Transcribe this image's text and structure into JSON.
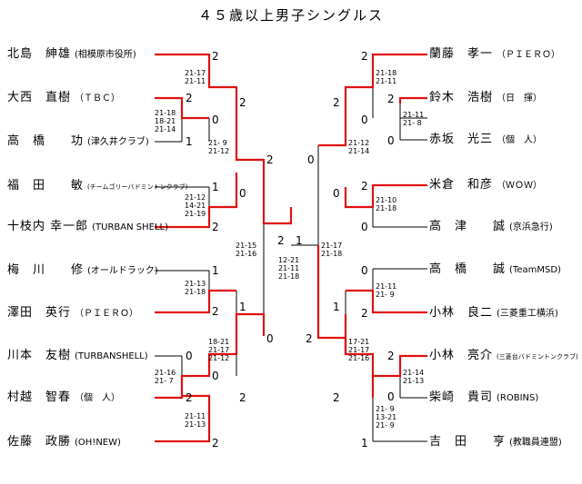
{
  "title": "４５歳以上男子シングルス",
  "left_players": [
    {
      "name": "北島　紳雄",
      "team": "(相模原市役所)"
    },
    {
      "name": "大西　直樹",
      "team": "（ＴＢＣ）"
    },
    {
      "name": "高　橋　　功",
      "team": "(津久井クラブ)"
    },
    {
      "name": "福　田　　敏",
      "team": "(チームゴリーバドミントンクラブ)"
    },
    {
      "name": "十枝内 幸一郎",
      "team": "(TURBAN SHELL)"
    },
    {
      "name": "梅　川　　修",
      "team": "(オールドラック)"
    },
    {
      "name": "澤田　英行",
      "team": "（ＰＩＥＲＯ）"
    },
    {
      "name": "川本　友樹",
      "team": "(TURBANSHELL)"
    },
    {
      "name": "村越　智春",
      "team": "（個　人）"
    },
    {
      "name": "佐藤　政勝",
      "team": "(OH!NEW)"
    }
  ],
  "right_players": [
    {
      "name": "蘭藤　孝一",
      "team": "（ＰＩＥＲＯ）"
    },
    {
      "name": "鈴木　浩樹",
      "team": "（日　揮）"
    },
    {
      "name": "赤坂　光三",
      "team": "（個　人）"
    },
    {
      "name": "米倉　和彦",
      "team": "（ＷＯＷ）"
    },
    {
      "name": "高　津　　誠",
      "team": "(京浜急行)"
    },
    {
      "name": "高　橋　　誠",
      "team": "(TeamMSD)"
    },
    {
      "name": "小林　良二",
      "team": "(三菱重工横浜)"
    },
    {
      "name": "小林　亮介",
      "team": "(三菱台バドミントンクラブ)"
    },
    {
      "name": "柴崎　貴司",
      "team": "(ROBINS)"
    },
    {
      "name": "吉　田　　亨",
      "team": "(教職員連盟)"
    }
  ],
  "left_results": {
    "r1_p1": "2",
    "r1_p2": "2",
    "r1_p2_sub": "0",
    "r1_p3": "1",
    "r1_p5": "2",
    "r1_p4": "1",
    "r1_p6": "1",
    "r1_p7": "2",
    "r1_p8": "0",
    "r1_p9_sub": "0",
    "r1_p9": "2",
    "r1_p10": "2",
    "r2_top": "2",
    "r2_mid": "0",
    "r2_p7": "1",
    "r2_bot": "2",
    "r3_top": "2",
    "r3_bot": "0",
    "final": "2"
  },
  "right_results": {
    "r1_p1": "2",
    "r1_p2_sub": "0",
    "r1_p2": "2",
    "r1_p3": "0",
    "r1_p4": "2",
    "r1_p5": "0",
    "r1_p6": "0",
    "r1_p7": "2",
    "r1_p8": "2",
    "r1_p9": "0",
    "r1_p10": "1",
    "r2_top": "2",
    "r2_mid": "0",
    "r2_mid2": "1",
    "r2_bot": "2",
    "r3_top": "0",
    "r3_bot": "2",
    "final": "1"
  },
  "scores_left": {
    "m_p1": "21-17\n21-11",
    "m_p2p3": "21-18\n18-21\n21-14",
    "m_p1p2": "21- 9\n21-12",
    "m_p4p5": "21-12\n14-21\n21-19",
    "m_semi_top": "21-15\n21-16",
    "m_p6p7": "21-13\n21-18",
    "m_p8p9": "21-16\n21- 7",
    "m_p7p9": "18-21\n21-17\n21-12",
    "m_p9p10": "21-11\n21-13"
  },
  "scores_right": {
    "m_p1": "21-18\n21-11",
    "m_p2p3": "21-11\n21- 8",
    "m_p1p2": "21-12\n21-14",
    "m_p4p5": "21-10\n21-18",
    "m_semi_top": "21-17\n21-18",
    "m_p6p7": "21-11\n21- 9",
    "m_p8p9": "21-14\n21-13",
    "m_p7p8": "17-21\n21-17\n21-16",
    "m_p9p10": "21- 9\n13-21\n21- 9"
  },
  "final_score": "12-21\n21-11\n21-18",
  "colors": {
    "win": "#e01010",
    "lose": "#000000"
  }
}
